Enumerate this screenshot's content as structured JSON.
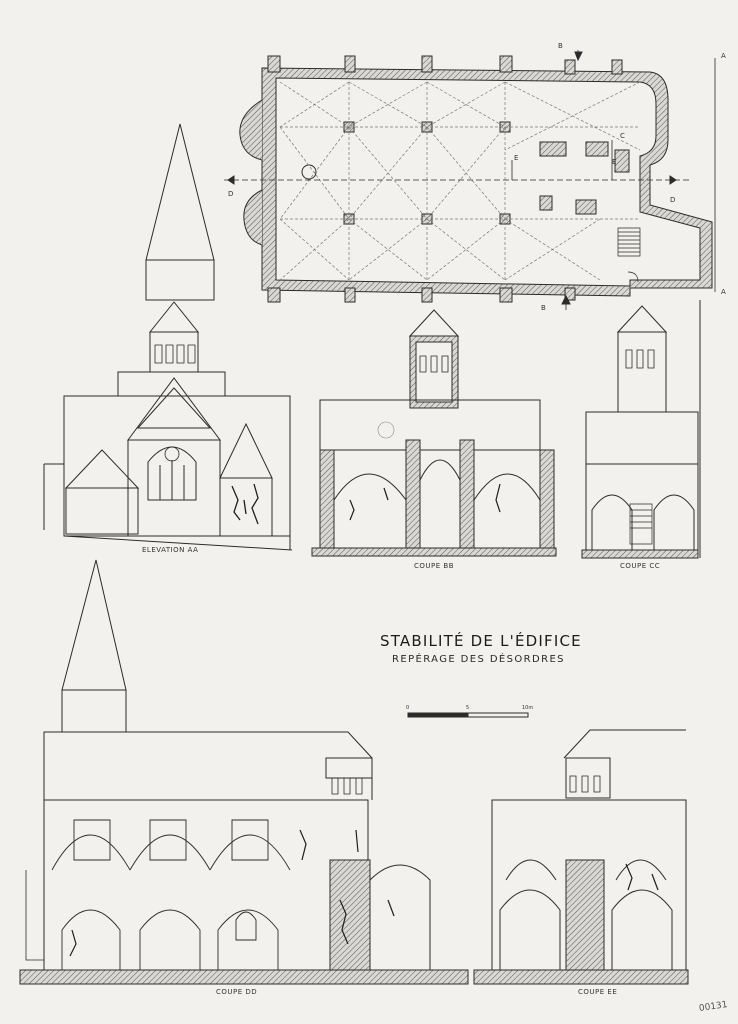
{
  "sheet": {
    "title": "STABILITÉ DE L'ÉDIFICE",
    "subtitle": "REPÉRAGE DES DÉSORDRES",
    "sheet_number": "00131"
  },
  "views": {
    "elevation_aa": "ELEVATION AA",
    "coupe_bb": "COUPE BB",
    "coupe_cc": "COUPE CC",
    "coupe_dd": "COUPE DD",
    "coupe_ee": "COUPE EE"
  },
  "plan_markers": {
    "a_top": "A",
    "a_bottom": "A",
    "b_top": "B",
    "b_bottom": "B",
    "c": "C",
    "d_left": "D",
    "d_right": "D",
    "e_left": "E",
    "e_right": "E"
  },
  "scale": {
    "zero": "0",
    "mid": "5",
    "end": "10m"
  },
  "colors": {
    "ink": "#2b2b2b",
    "hatch": "#6b6b6b",
    "paper": "#f2f1ee"
  }
}
